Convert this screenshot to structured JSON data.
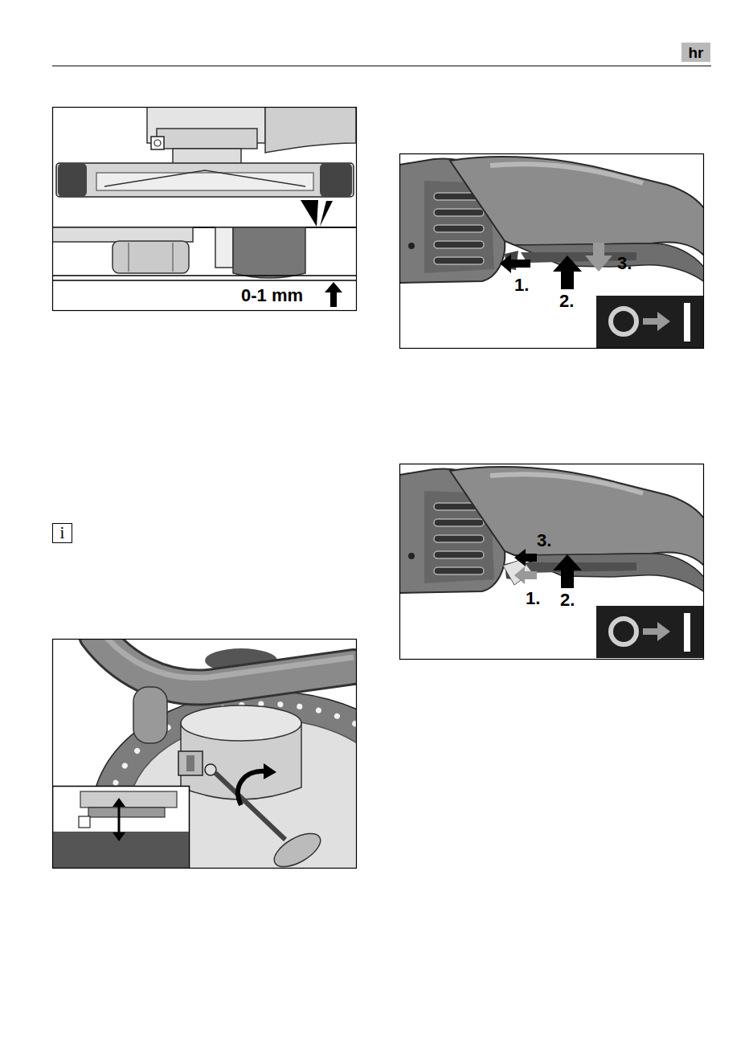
{
  "diagram": {
    "nodes": [
      {
        "text": [
          "hr"
        ]
      },
      {
        "text": [
          "i"
        ]
      }
    ],
    "labels": [
      "0-1 mm",
      "1.",
      "2.",
      "3.",
      "3.",
      "1.",
      "2."
    ]
  }
}
